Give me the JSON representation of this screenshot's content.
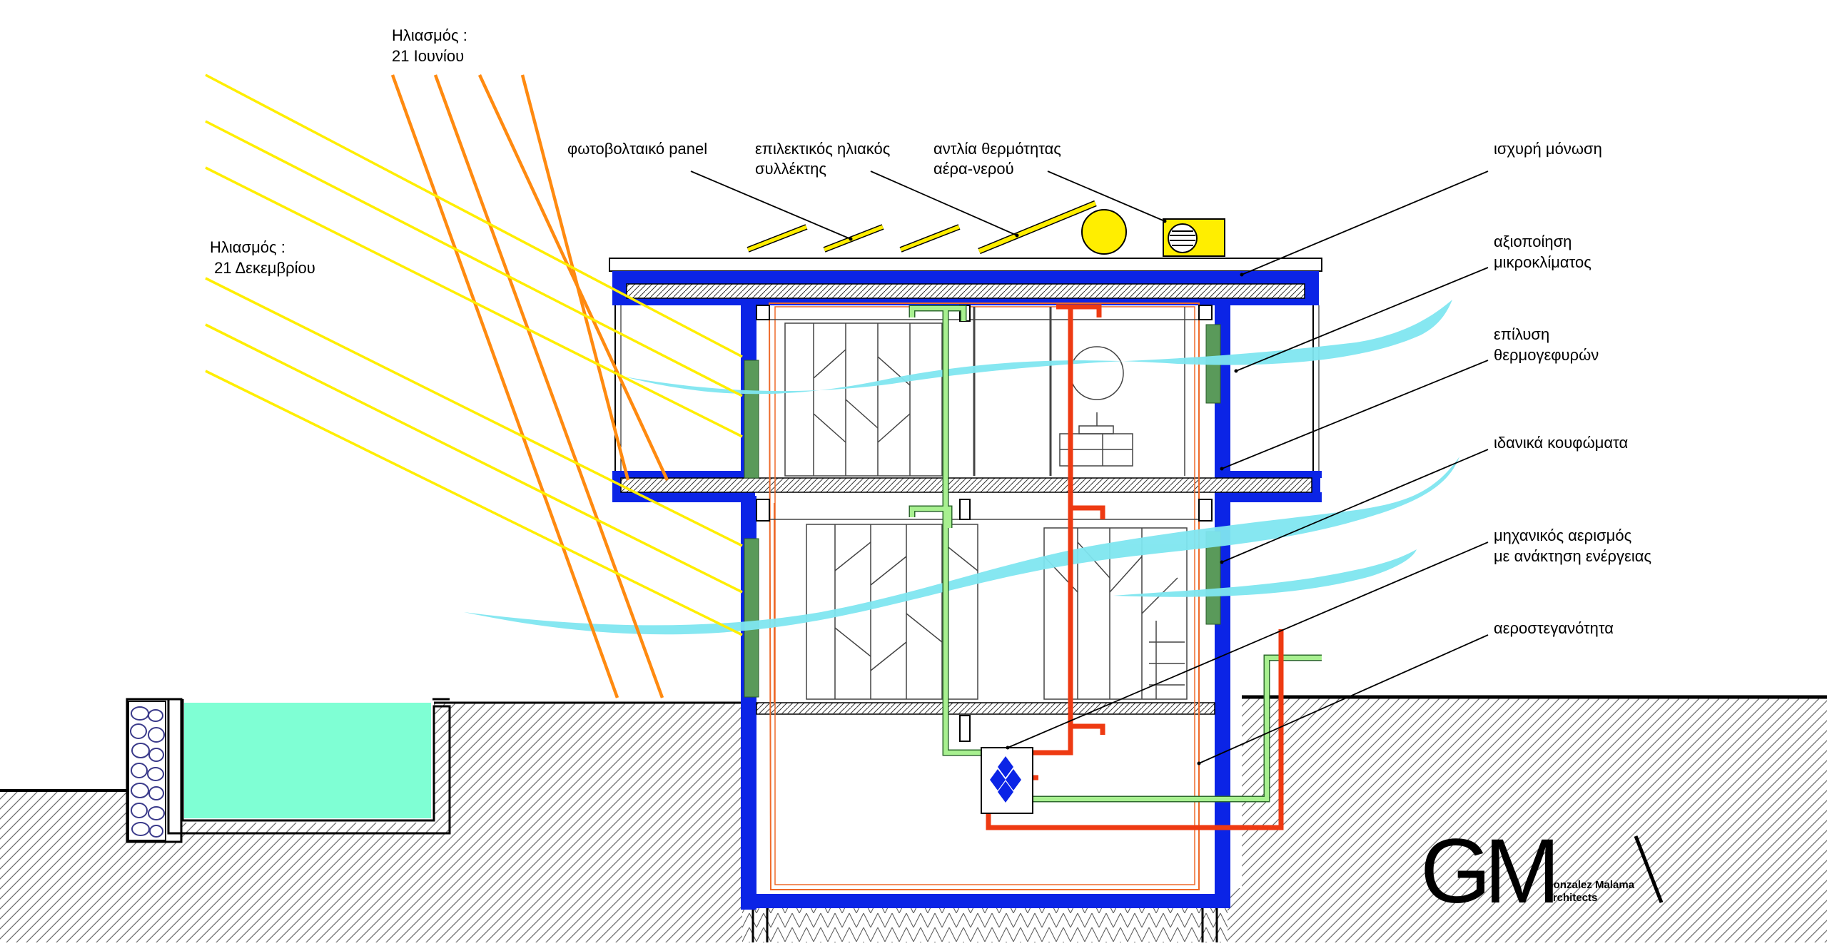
{
  "sun_labels": {
    "june": [
      "Ηλιασμός :",
      "21 Ιουνίου"
    ],
    "december": [
      "Ηλιασμός :",
      " 21 Δεκεμβρίου"
    ]
  },
  "top_labels": {
    "pv_panel": [
      "φωτοβολταικό panel"
    ],
    "solar_collector": [
      "επιλεκτικός ηλιακός",
      "συλλέκτης"
    ],
    "heat_pump": [
      "αντλία θερμότητας",
      "αέρα-νερού"
    ]
  },
  "right_labels": {
    "insulation": [
      "ισχυρή μόνωση"
    ],
    "microclimate": [
      "αξιοποίηση",
      "μικροκλίματος"
    ],
    "thermal_bridges": [
      "επίλυση",
      "θερμογεφυρών"
    ],
    "windows": [
      "ιδανικά κουφώματα"
    ],
    "ventilation": [
      "μηχανικός αερισμός",
      "με ανάκτηση ενέργειας"
    ],
    "airtightness": [
      "αεροστεγανότητα"
    ]
  },
  "logo": {
    "mark": "GM",
    "name_line1": "Gonzalez Malama",
    "name_line2": "Architects"
  },
  "colors": {
    "insulation_blue": "#0b24e6",
    "june_sun": "#ff8a10",
    "december_sun": "#ffee00",
    "breeze": "#7fe6f0",
    "pool": "#7fffd4",
    "hot_pipe": "#ee3a12",
    "fresh_air_pipe": "#a8f090",
    "thermal_break": "#5a9a5a",
    "solar_yellow": "#ffee00"
  }
}
